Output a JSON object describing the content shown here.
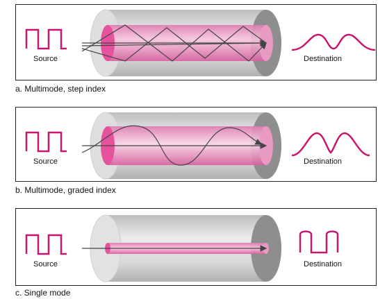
{
  "panels": [
    {
      "caption": "a. Multimode, step index",
      "source_label": "Source",
      "destination_label": "Destination"
    },
    {
      "caption": "b. Multimode, graded index",
      "source_label": "Source",
      "destination_label": "Destination"
    },
    {
      "caption": "c. Single mode",
      "source_label": "Source",
      "destination_label": "Destination"
    }
  ],
  "colors": {
    "signal": "#c8166e",
    "core": "#f0a8cc",
    "cladding": "#d4d4d4",
    "ray": "#444444",
    "frame": "#222222"
  }
}
